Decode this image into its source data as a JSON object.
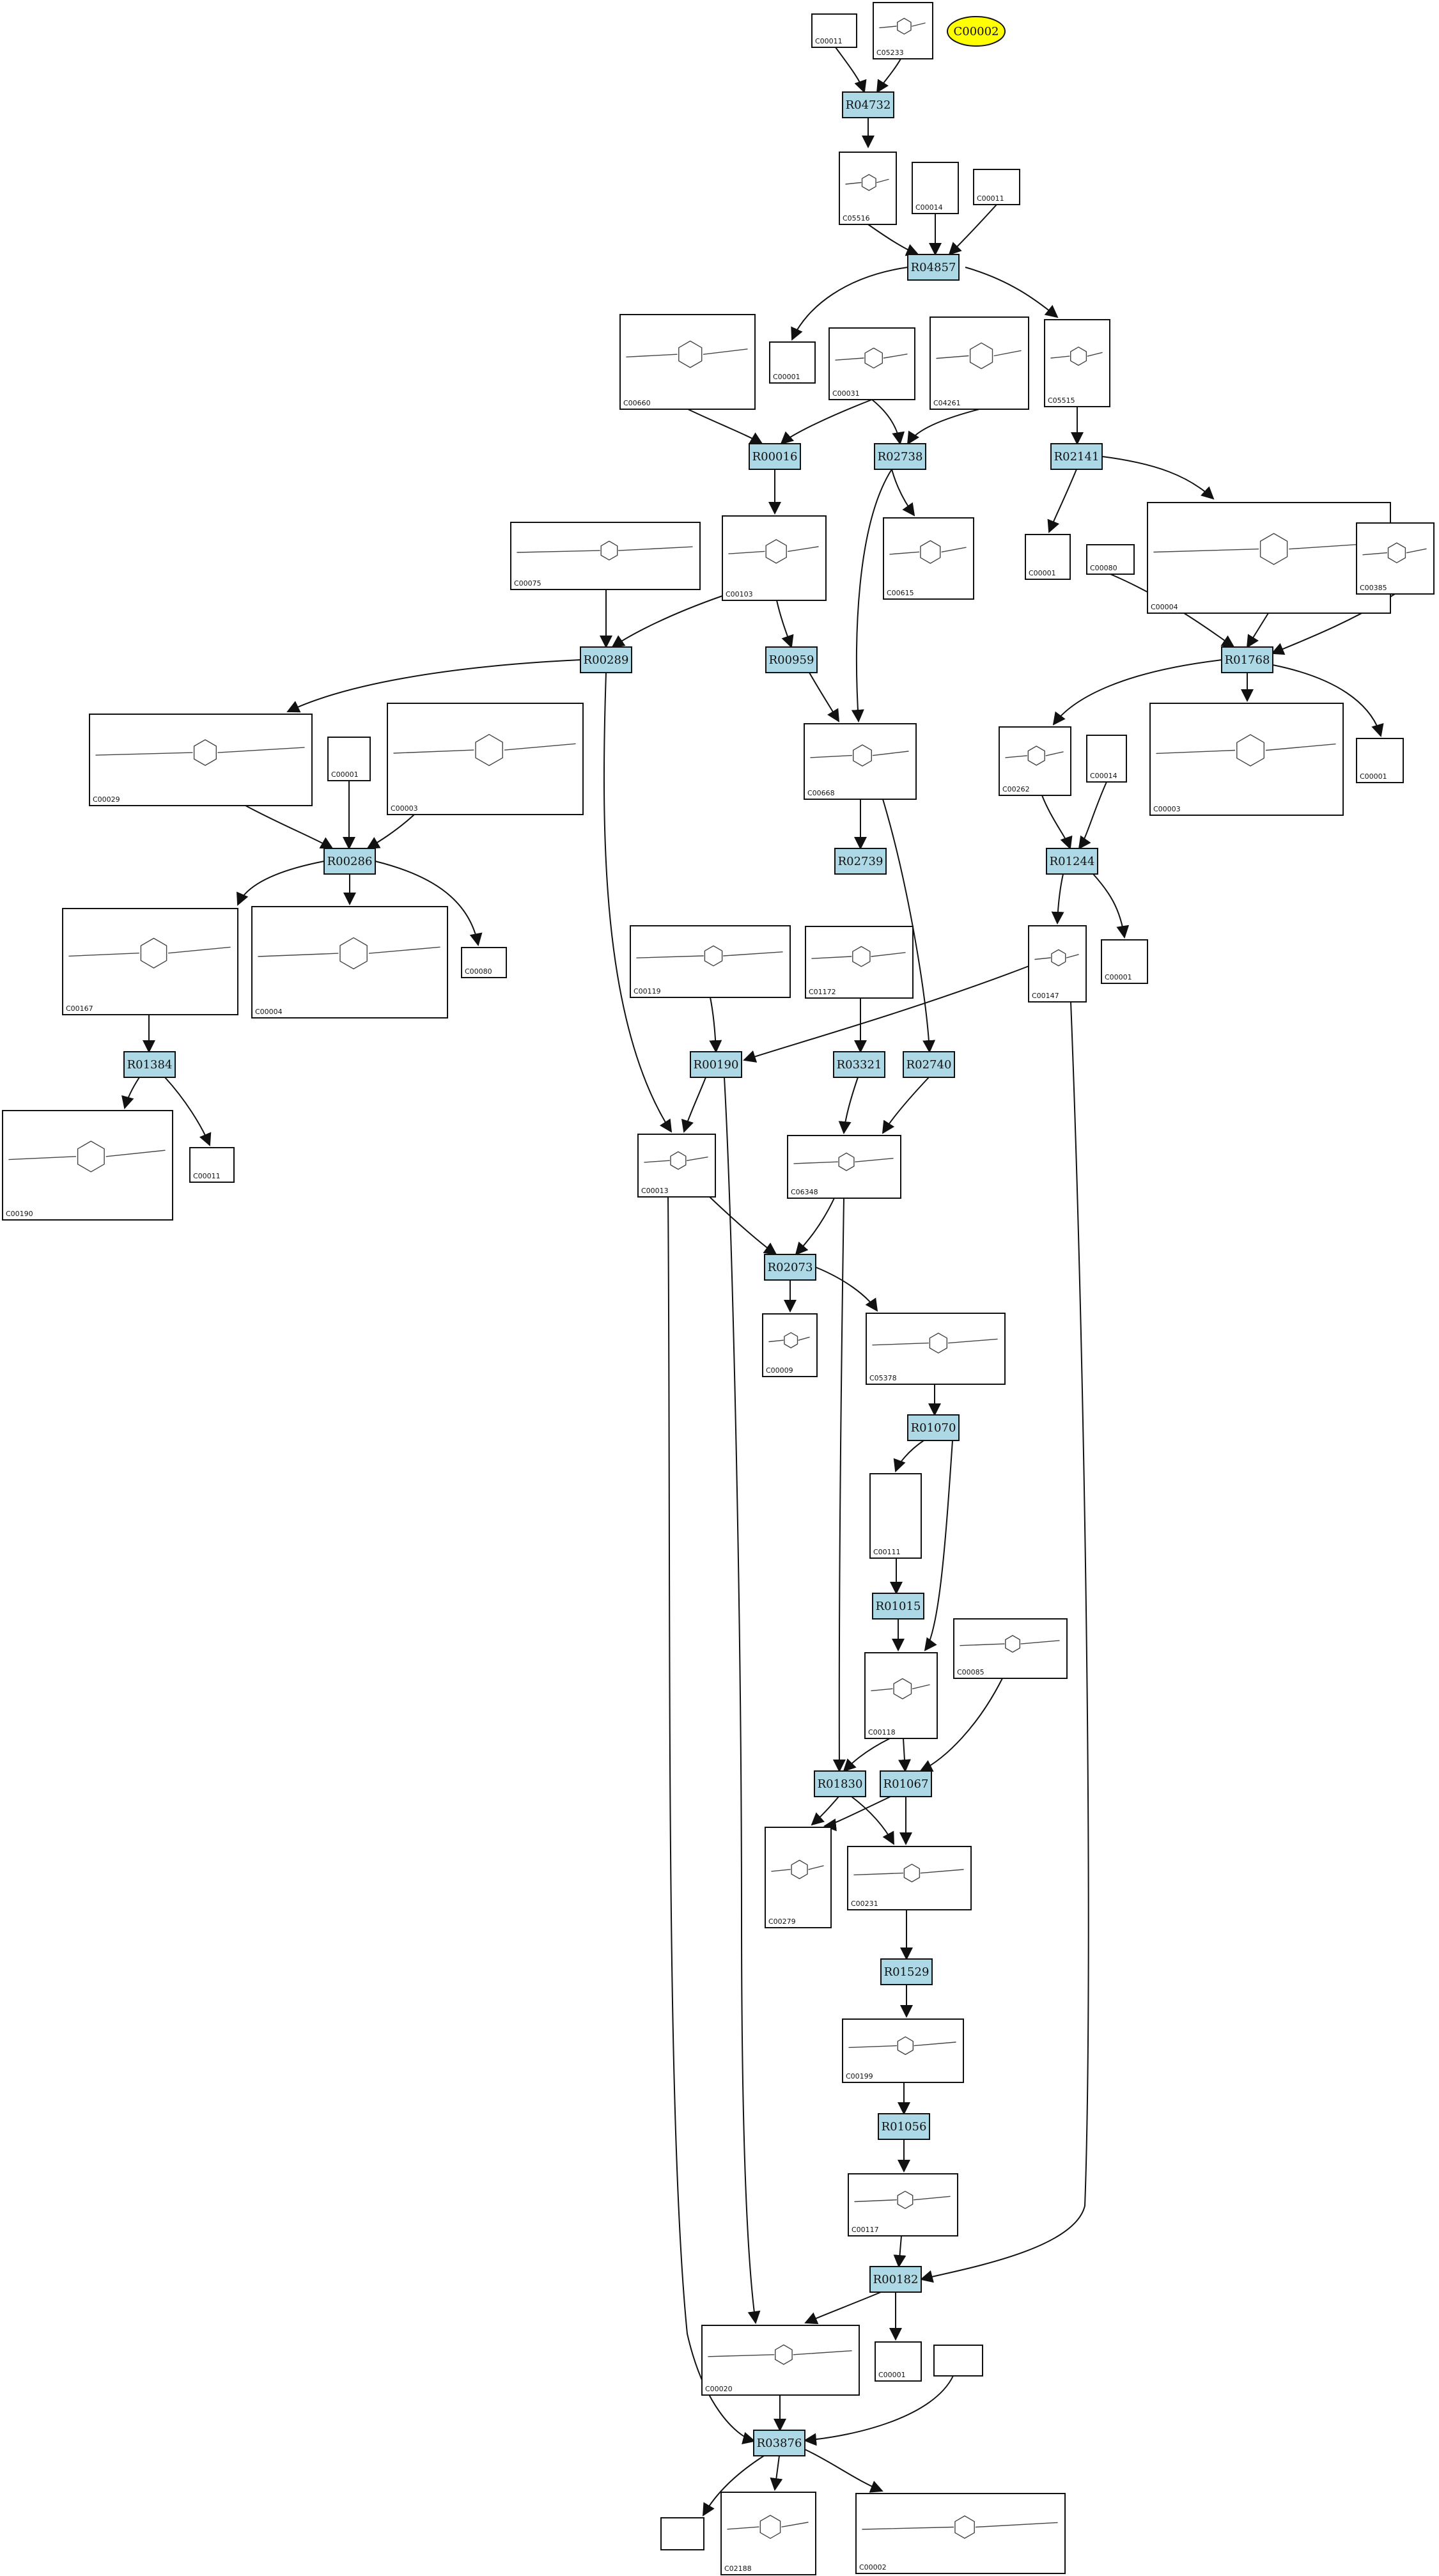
{
  "colors": {
    "reaction_fill": "#add8e6",
    "highlight_fill": "#ffff00",
    "line": "#111111",
    "background": "#ffffff"
  },
  "highlight": {
    "label": "C00002"
  },
  "reactions": [
    "R04732",
    "R04857",
    "R00016",
    "R02738",
    "R02141",
    "R00289",
    "R00959",
    "R01768",
    "R00286",
    "R02739",
    "R01244",
    "R01384",
    "R00190",
    "R03321",
    "R02740",
    "R02073",
    "R01070",
    "R01015",
    "R01830",
    "R01067",
    "R01529",
    "R01056",
    "R00182",
    "R03876"
  ],
  "compounds": [
    "C00011",
    "C05233",
    "C05516",
    "C00014",
    "C00011",
    "C00660",
    "C00001",
    "C00031",
    "C04261",
    "C05515",
    "C00075",
    "C00103",
    "C00615",
    "C00001",
    "C00080",
    "C00004",
    "C00385",
    "C00029",
    "C00001",
    "C00003",
    "C00668",
    "C00262",
    "C00014",
    "C00003",
    "C00001",
    "C00167",
    "C00004",
    "C00080",
    "C00119",
    "C01172",
    "C00147",
    "C00001",
    "C00190",
    "C00011",
    "C00013",
    "C06348",
    "C00009",
    "C05378",
    "C00111",
    "C00085",
    "C00118",
    "C00279",
    "C00231",
    "C00199",
    "C00117",
    "C00020",
    "C00001",
    "C02188",
    "C00002"
  ]
}
